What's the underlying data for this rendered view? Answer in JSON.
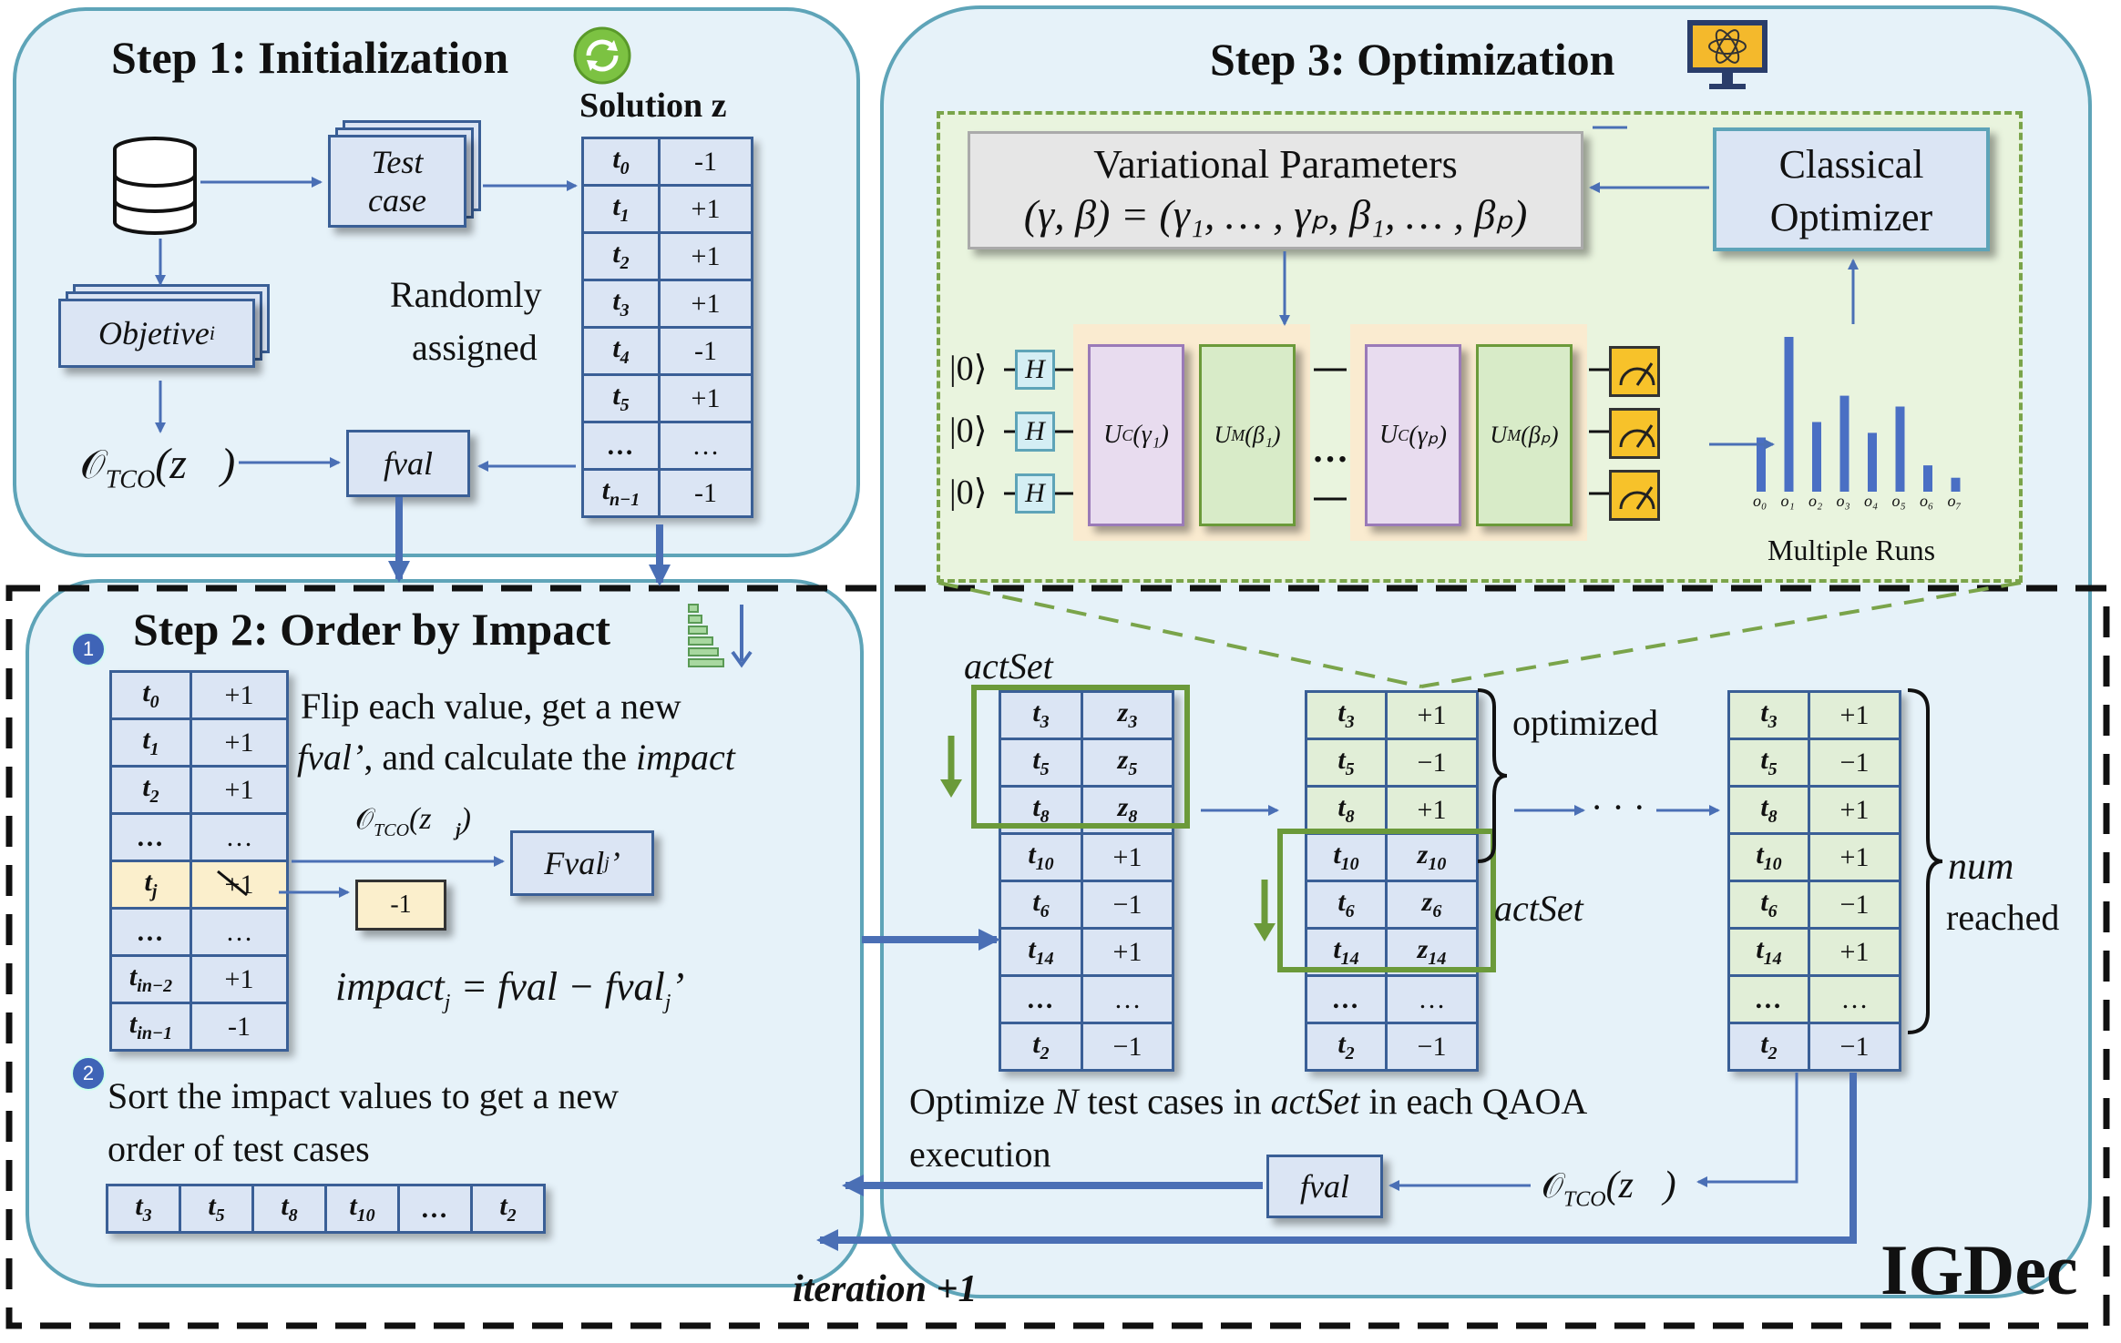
{
  "step1": {
    "title": "Step 1: Initialization",
    "solution_label": "Solution z⃗",
    "test_case": [
      "Test",
      "case"
    ],
    "objective": "Objetive",
    "objective_sub": "i",
    "randomly": [
      "Randomly",
      "assigned"
    ],
    "o_tco": "𝒪",
    "o_tco_sub": "TCO",
    "o_tco_arg": "(z⃗)",
    "fval": "fval",
    "solution_rows": [
      {
        "k": "t",
        "s": "0",
        "v": "-1"
      },
      {
        "k": "t",
        "s": "1",
        "v": "+1"
      },
      {
        "k": "t",
        "s": "2",
        "v": "+1"
      },
      {
        "k": "t",
        "s": "3",
        "v": "+1"
      },
      {
        "k": "t",
        "s": "4",
        "v": "-1"
      },
      {
        "k": "t",
        "s": "5",
        "v": "+1"
      },
      {
        "k": "…",
        "s": "",
        "v": "…"
      },
      {
        "k": "t",
        "s": "n−1",
        "v": "-1"
      }
    ]
  },
  "step2": {
    "title": "Step 2: Order by Impact",
    "badge1": "1",
    "badge2": "2",
    "flip_line1": "Flip each value, get a new",
    "flip_line2_a": "fval’",
    "flip_line2_b": ", and calculate the ",
    "flip_line2_c": "impact",
    "o_tco_j": "(z⃗",
    "o_tco_j_sub": "j",
    "fval_j": "Fval",
    "fval_j_sub": "j",
    "flipped_value": "-1",
    "impact_formula_a": "impact",
    "impact_formula_b": " = fval − fval",
    "sort_line1": "Sort the impact values to get a new",
    "sort_line2": "order of test cases",
    "rows": [
      {
        "k": "t",
        "s": "0",
        "v": "+1"
      },
      {
        "k": "t",
        "s": "1",
        "v": "+1"
      },
      {
        "k": "t",
        "s": "2",
        "v": "+1"
      },
      {
        "k": "…",
        "s": "",
        "v": "…"
      },
      {
        "k": "t",
        "s": "j",
        "v": "+1"
      },
      {
        "k": "…",
        "s": "",
        "v": "…"
      },
      {
        "k": "t",
        "s": "in−2",
        "v": "+1"
      },
      {
        "k": "t",
        "s": "in−1",
        "v": "-1"
      }
    ],
    "order": [
      {
        "k": "t",
        "s": "3"
      },
      {
        "k": "t",
        "s": "5"
      },
      {
        "k": "t",
        "s": "8"
      },
      {
        "k": "t",
        "s": "10"
      },
      {
        "k": "…",
        "s": ""
      },
      {
        "k": "t",
        "s": "2"
      }
    ],
    "iteration": "iteration +1"
  },
  "step3": {
    "title": "Step 3: Optimization",
    "var_params_line1": "Variational Parameters",
    "var_params_line2": "(γ, β) = (γ₁, … , γₚ, β₁, … , βₚ)",
    "classical": [
      "Classical",
      "Optimizer"
    ],
    "ket": "|0⟩",
    "h": "H",
    "uc1": "U",
    "uc1_sub": "C",
    "uc1_arg": "(γ₁)",
    "um1": "U",
    "um1_sub": "M",
    "um1_arg": "(β₁)",
    "ucp_arg": "(γₚ)",
    "ump_arg": "(βₚ)",
    "dots": "…",
    "multiple_runs": "Multiple Runs",
    "act_set": "actSet",
    "optimized": "optimized",
    "num": "num",
    "reached": "reached",
    "optimize_line1_a": "Optimize ",
    "optimize_line1_b": "N",
    "optimize_line1_c": " test cases in ",
    "optimize_line1_d": "actSet",
    "optimize_line1_e": " in each QAOA",
    "optimize_line2": "execution",
    "fval": "fval",
    "o_tco_arg": "(z⃗)",
    "table_a": [
      {
        "k": "t",
        "s": "3",
        "v": "z",
        "vs": "3"
      },
      {
        "k": "t",
        "s": "5",
        "v": "z",
        "vs": "5"
      },
      {
        "k": "t",
        "s": "8",
        "v": "z",
        "vs": "8"
      },
      {
        "k": "t",
        "s": "10",
        "v": "+1",
        "vs": ""
      },
      {
        "k": "t",
        "s": "6",
        "v": "−1",
        "vs": ""
      },
      {
        "k": "t",
        "s": "14",
        "v": "+1",
        "vs": ""
      },
      {
        "k": "…",
        "s": "",
        "v": "…",
        "vs": ""
      },
      {
        "k": "t",
        "s": "2",
        "v": "−1",
        "vs": ""
      }
    ],
    "table_b": [
      {
        "k": "t",
        "s": "3",
        "v": "+1",
        "vs": ""
      },
      {
        "k": "t",
        "s": "5",
        "v": "−1",
        "vs": ""
      },
      {
        "k": "t",
        "s": "8",
        "v": "+1",
        "vs": ""
      },
      {
        "k": "t",
        "s": "10",
        "v": "z",
        "vs": "10"
      },
      {
        "k": "t",
        "s": "6",
        "v": "z",
        "vs": "6"
      },
      {
        "k": "t",
        "s": "14",
        "v": "z",
        "vs": "14"
      },
      {
        "k": "…",
        "s": "",
        "v": "…",
        "vs": ""
      },
      {
        "k": "t",
        "s": "2",
        "v": "−1",
        "vs": ""
      }
    ],
    "table_c": [
      {
        "k": "t",
        "s": "3",
        "v": "+1",
        "vs": ""
      },
      {
        "k": "t",
        "s": "5",
        "v": "−1",
        "vs": ""
      },
      {
        "k": "t",
        "s": "8",
        "v": "+1",
        "vs": ""
      },
      {
        "k": "t",
        "s": "10",
        "v": "+1",
        "vs": ""
      },
      {
        "k": "t",
        "s": "6",
        "v": "−1",
        "vs": ""
      },
      {
        "k": "t",
        "s": "14",
        "v": "+1",
        "vs": ""
      },
      {
        "k": "…",
        "s": "",
        "v": "…",
        "vs": ""
      },
      {
        "k": "t",
        "s": "2",
        "v": "−1",
        "vs": ""
      }
    ],
    "histogram": {
      "bars": [
        0.35,
        1.0,
        0.45,
        0.62,
        0.38,
        0.55,
        0.17,
        0.09
      ],
      "labels": [
        "o₀",
        "o₁",
        "o₂",
        "o₃",
        "o₄",
        "o₅",
        "o₆",
        "o₇"
      ]
    }
  },
  "igdec": "IGDec",
  "colors": {
    "panel_fill": "#e6f2f9",
    "panel_border": "#5ea4b8",
    "cell_fill": "#dbe5f4",
    "cell_border": "#3a5f96",
    "arrow": "#4a6fb5",
    "green": "#6b9a3a",
    "green_fill": "#e1eed7",
    "highlight": "#fbefcc"
  }
}
